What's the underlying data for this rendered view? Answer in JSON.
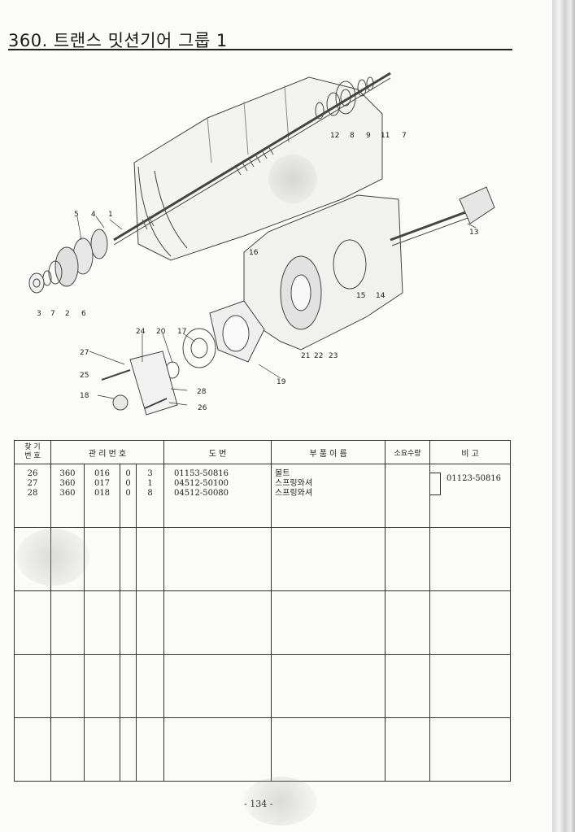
{
  "page": {
    "title": "360. 트랜스 밋션기어 그룹 1",
    "page_number": "- 134 -"
  },
  "diagram": {
    "callouts": [
      "1",
      "2",
      "3",
      "4",
      "5",
      "6",
      "7",
      "7",
      "8",
      "9",
      "11",
      "12",
      "13",
      "14",
      "15",
      "16",
      "17",
      "18",
      "19",
      "20",
      "21",
      "22",
      "23",
      "24",
      "25",
      "26",
      "27",
      "28"
    ]
  },
  "table": {
    "headers": {
      "ref_line1": "찾 기",
      "ref_line2": "번 호",
      "mgmt": "관 리 번 호",
      "drawing": "도 번",
      "part_name": "부 품 이 름",
      "qty": "소요수량",
      "remark": "비 고"
    },
    "rows": [
      {
        "ref": "26",
        "m1": "360",
        "m2": "016",
        "m3": "0",
        "m4": "3",
        "drawing": "01153-50816",
        "name": "볼트"
      },
      {
        "ref": "27",
        "m1": "360",
        "m2": "017",
        "m3": "0",
        "m4": "1",
        "drawing": "04512-50100",
        "name": "스프링와셔"
      },
      {
        "ref": "28",
        "m1": "360",
        "m2": "018",
        "m3": "0",
        "m4": "8",
        "drawing": "04512-50080",
        "name": "스프링와셔"
      }
    ],
    "remark": "01123-50816"
  }
}
